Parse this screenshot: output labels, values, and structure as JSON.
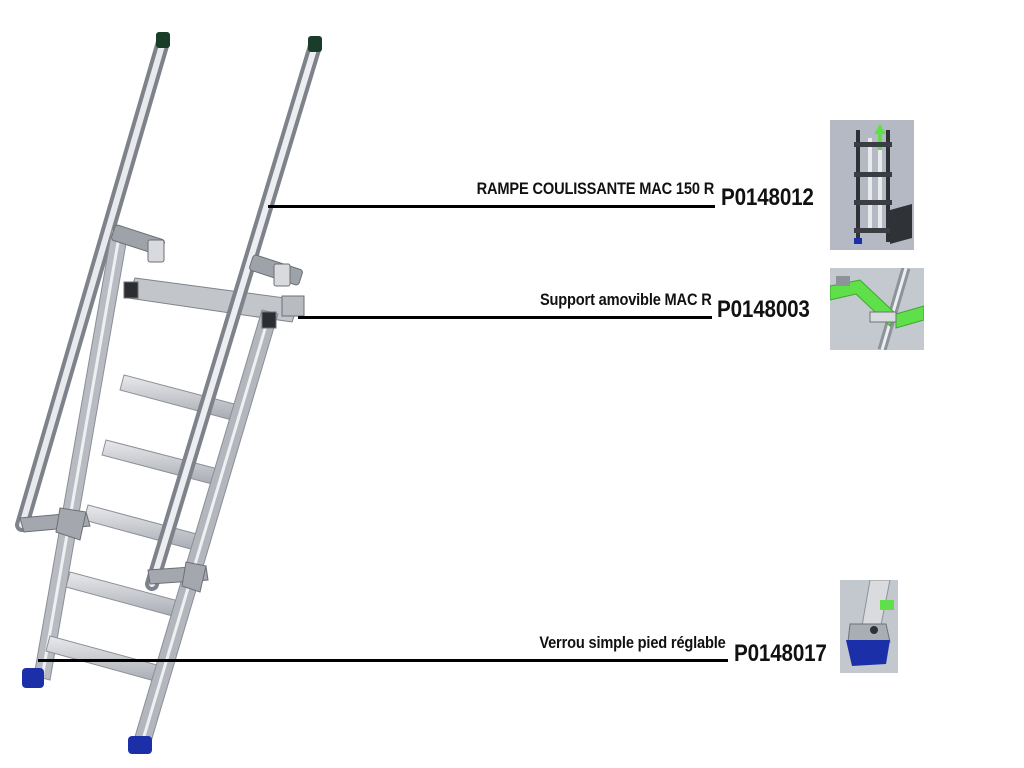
{
  "parts": [
    {
      "name": "RAMPE COULISSANTE MAC 150 R",
      "code": "P0148012",
      "thumb_icon": "ladder-thumbnail-icon"
    },
    {
      "name": "Support amovible MAC R",
      "code": "P0148003",
      "thumb_icon": "bracket-thumbnail-icon"
    },
    {
      "name": "Verrou simple pied réglable",
      "code": "P0148017",
      "thumb_icon": "foot-lock-thumbnail-icon"
    }
  ],
  "colors": {
    "aluminium": "#c9ccd1",
    "foot": "#1b2fa8",
    "highlight": "#5fe04a",
    "cap": "#1a3d2a"
  }
}
